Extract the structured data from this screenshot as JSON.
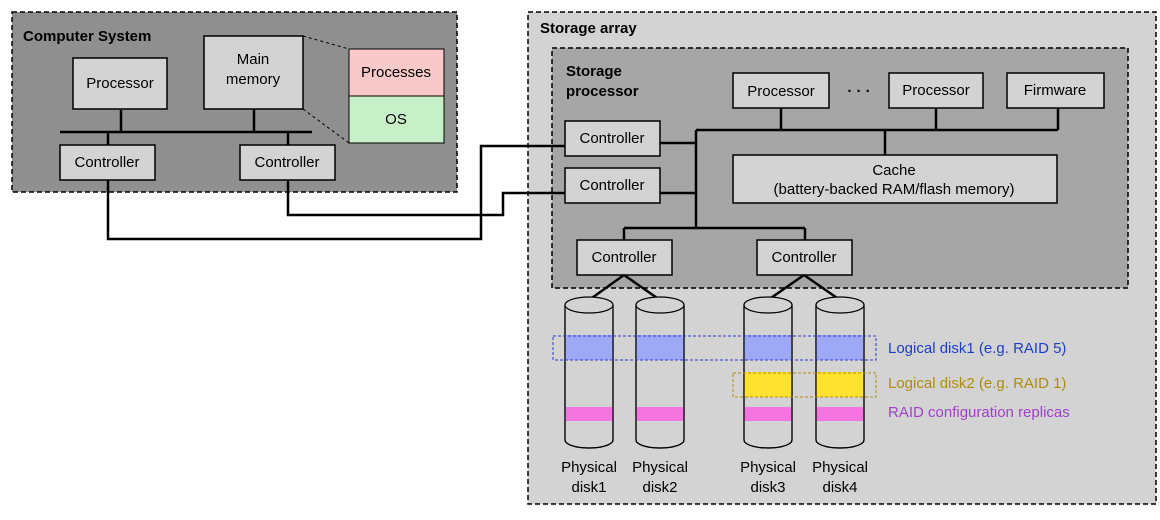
{
  "computer_system": {
    "title": "Computer System",
    "processor": "Processor",
    "main_memory": [
      "Main",
      "memory"
    ],
    "processes": "Processes",
    "os": "OS",
    "controller_left": "Controller",
    "controller_right": "Controller"
  },
  "storage_array": {
    "title": "Storage array",
    "storage_processor_title": [
      "Storage",
      "processor"
    ],
    "processor_1": "Processor",
    "ellipsis": "· · ·",
    "processor_2": "Processor",
    "firmware": "Firmware",
    "host_controller_1": "Controller",
    "host_controller_2": "Controller",
    "cache": [
      "Cache",
      "(battery-backed RAM/flash memory)"
    ],
    "disk_controller_1": "Controller",
    "disk_controller_2": "Controller",
    "disks": [
      [
        "Physical",
        "disk1"
      ],
      [
        "Physical",
        "disk2"
      ],
      [
        "Physical",
        "disk3"
      ],
      [
        "Physical",
        "disk4"
      ]
    ]
  },
  "legend": {
    "logical_disk1": "Logical disk1 (e.g. RAID 5)",
    "logical_disk2": "Logical disk2 (e.g. RAID 1)",
    "raid_replicas": "RAID configuration replicas"
  },
  "colors": {
    "processes_fill": "#f9c8c8",
    "os_fill": "#c8f0c8",
    "logical_disk1": "#9ea8f5",
    "logical_disk1_text": "#1d3fc4",
    "logical_disk2": "#ffe230",
    "logical_disk2_text": "#b08c0a",
    "raid_replicas": "#f575e0",
    "raid_replicas_text": "#a040c8"
  }
}
